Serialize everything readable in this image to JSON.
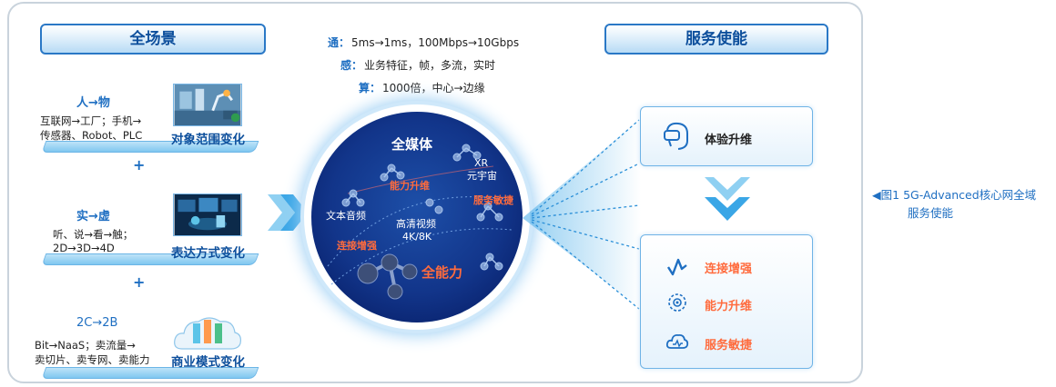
{
  "left": {
    "header": "全场景",
    "items": [
      {
        "category": "人→物",
        "desc1": "互联网→工厂；手机→",
        "desc2": "传感器、Robot、PLC",
        "change": "对象范围变化"
      },
      {
        "category": "实→虚",
        "desc1": "听、说→看→触；",
        "desc2": "2D→3D→4D",
        "change": "表达方式变化"
      },
      {
        "category": "2C→2B",
        "desc1": "Bit→NaaS；卖流量→",
        "desc2": "卖切片、卖专网、卖能力",
        "change": "商业模式变化"
      }
    ],
    "plus": "+"
  },
  "center": {
    "lines": [
      {
        "key": "通：",
        "text": "5ms→1ms，100Mbps→10Gbps"
      },
      {
        "key": "感：",
        "text": "业务特征，帧，多流，实时"
      },
      {
        "key": "算：",
        "text": "1000倍，中心→边缘"
      }
    ],
    "sphere": {
      "all_media": "全媒体",
      "xr1": "XR",
      "xr2": "元宇宙",
      "ability_up": "能力升维",
      "service_agile": "服务敏捷",
      "text_audio": "文本音频",
      "hd_video1": "高清视频",
      "hd_video2": "4K/8K",
      "connect_boost": "连接增强",
      "full_ability": "全能力"
    }
  },
  "right": {
    "header": "服务使能",
    "experience": "体验升维",
    "items": [
      "连接增强",
      "能力升维",
      "服务敏捷"
    ]
  },
  "caption": {
    "marker": "◀图1",
    "line1": "5G-Advanced核心网全域",
    "line2": "服务使能"
  },
  "colors": {
    "primary": "#1f6fc2",
    "dark_blue": "#0d4f9c",
    "accent_orange": "#ff6b3d",
    "sphere": "#12358a"
  }
}
